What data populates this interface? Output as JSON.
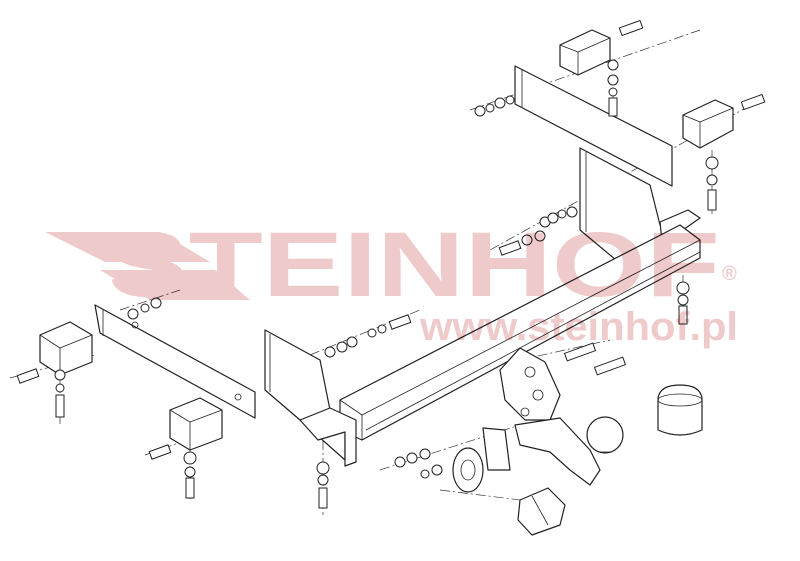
{
  "watermark": {
    "brand": "STEINHOF",
    "registered": "®",
    "url": "www.steinhof.pl",
    "color": "#efcaca"
  },
  "drawing": {
    "parts": [
      "crossbar",
      "left-side-plate",
      "right-side-plate",
      "left-bracket-plate",
      "right-bracket-plate",
      "mounting-brackets",
      "bolts-nuts-washers",
      "tow-ball-neck",
      "electrical-socket",
      "socket-plate",
      "ball-cap",
      "wiring-connector"
    ]
  }
}
